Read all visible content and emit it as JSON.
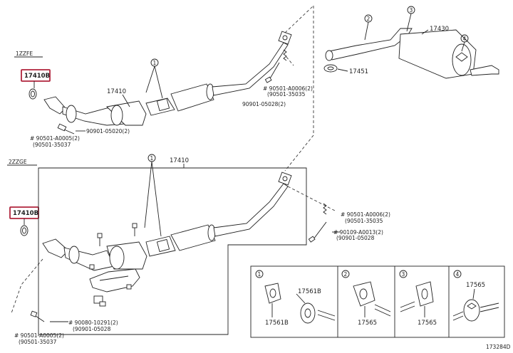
{
  "sections": {
    "upper_engine": "1ZZFE",
    "lower_engine": "2ZZGE"
  },
  "parts": {
    "p17410": "17410",
    "p17410b": "17410B",
    "p17430": "17430",
    "p17451": "17451",
    "p17561b": "17561B",
    "p17565": "17565"
  },
  "callouts": [
    "1",
    "2",
    "3",
    "4"
  ],
  "fasteners": {
    "upper_right_a": "# 90501-A0006(2)",
    "upper_right_b": "(90501-35035",
    "upper_right_c": "90901-05028(2)",
    "upper_left_a": "90901-05020(2)",
    "upper_left_b": "# 90501-A0005(2)",
    "upper_left_c": "(90501-35037",
    "lower_right_a": "# 90501-A0006(2)",
    "lower_right_b": "(90501-35035",
    "lower_right_c": "# 90109-A0013(2)",
    "lower_right_d": "(90901-05028",
    "lower_left_a": "# 90080-10291(2)",
    "lower_left_b": "(90901-05028",
    "lower_left_c": "# 90501-A0005(2)",
    "lower_left_d": "(90501-35037"
  },
  "diagram_id": "173284D",
  "colors": {
    "highlight": "#b0243c",
    "line": "#222222"
  }
}
